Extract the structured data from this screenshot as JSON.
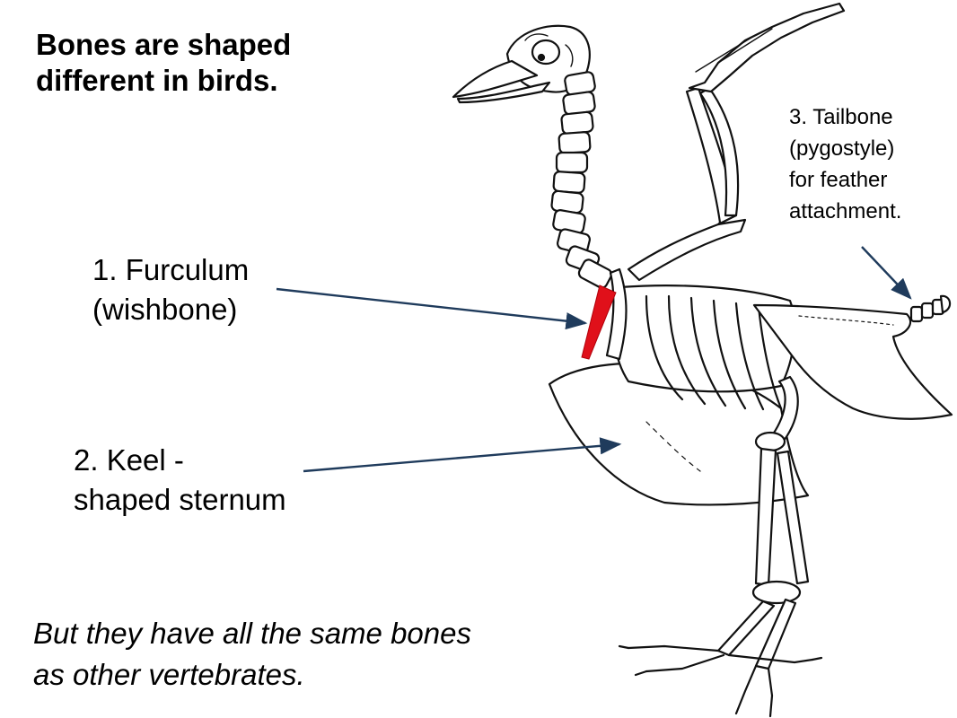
{
  "title": {
    "line1": "Bones are shaped",
    "line2": "different in birds."
  },
  "labels": {
    "furculum": {
      "line1": "1.  Furculum",
      "line2": "(wishbone)"
    },
    "keel": {
      "line1": "2.  Keel -",
      "line2": "shaped sternum"
    },
    "tailbone": {
      "line1": "3. Tailbone",
      "line2": "(pygostyle)",
      "line3": "for feather",
      "line4": "attachment."
    }
  },
  "footer": {
    "line1": "But they have all the same bones",
    "line2": "as other vertebrates."
  },
  "colors": {
    "arrow": "#1f3b5c",
    "furculum_highlight": "#e0101a",
    "bone_stroke": "#111111"
  }
}
